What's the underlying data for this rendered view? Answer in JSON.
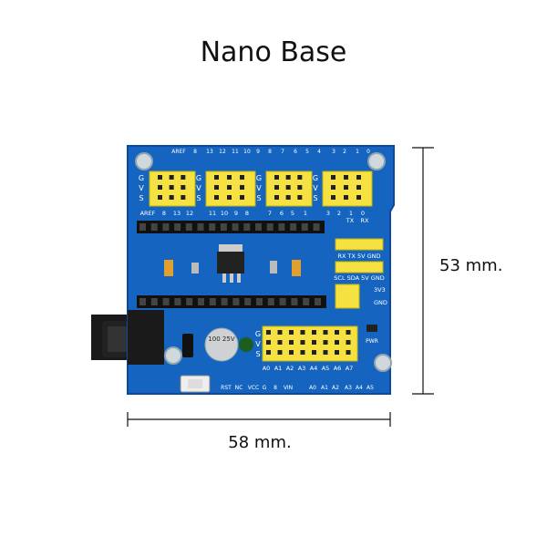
{
  "title": "Nano Base",
  "dimensions": {
    "width_label": "58 mm.",
    "height_label": "53 mm."
  },
  "board": {
    "color": "#1565c0",
    "header_color": "#f5e142",
    "top_pin_labels": [
      "AREF",
      "8",
      "13",
      "12",
      "11",
      "10",
      "9",
      "8",
      "7",
      "6",
      "5",
      "4",
      "3",
      "2",
      "1",
      "0"
    ],
    "row_labels_gvs": [
      "G",
      "V",
      "S"
    ],
    "upper_header_labels": [
      "AREF",
      "8",
      "13",
      "12",
      "11",
      "10",
      "9",
      "8",
      "7",
      "6",
      "5",
      "1",
      "3",
      "2",
      "1",
      "0"
    ],
    "serial_labels": [
      "TX",
      "RX"
    ],
    "uart_row": "RX TX 5V GND",
    "i2c_row": "SCL SDA 5V GND",
    "power_labels": [
      "3V3",
      "GND"
    ],
    "analog_labels": [
      "A0",
      "A1",
      "A2",
      "A3",
      "A4",
      "A5",
      "A6",
      "A7"
    ],
    "bottom_labels": [
      "RST",
      "NC",
      "VCC",
      "G",
      "8",
      "VIN",
      "A0",
      "A1",
      "A2",
      "A3",
      "A4",
      "A5"
    ],
    "cap_label": "100 25V",
    "pwr_label": "PWR"
  }
}
